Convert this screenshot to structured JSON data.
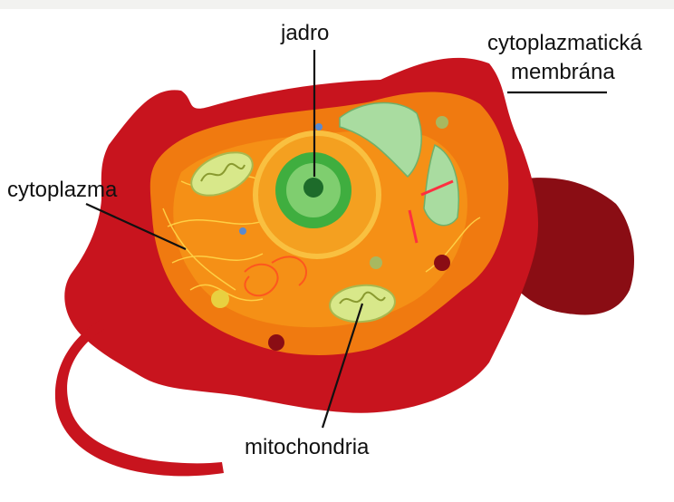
{
  "labels": {
    "nucleus": "jadro",
    "membrane_line1": "cytoplazmatická",
    "membrane_line2": "membrána",
    "cytoplasm": "cytoplazma",
    "mitochondria": "mitochondria"
  },
  "colors": {
    "membrane": "#c8141e",
    "membrane_dark": "#8a0d14",
    "cytoplasm": "#f07a10",
    "cytoplasm_light": "#f9a21c",
    "nucleus_green": "#3fae3f",
    "nucleolus": "#1d6b2a",
    "mitochondria": "#d8e88a",
    "golgi": "#a9dca0",
    "fibers": "#ffd64a"
  }
}
